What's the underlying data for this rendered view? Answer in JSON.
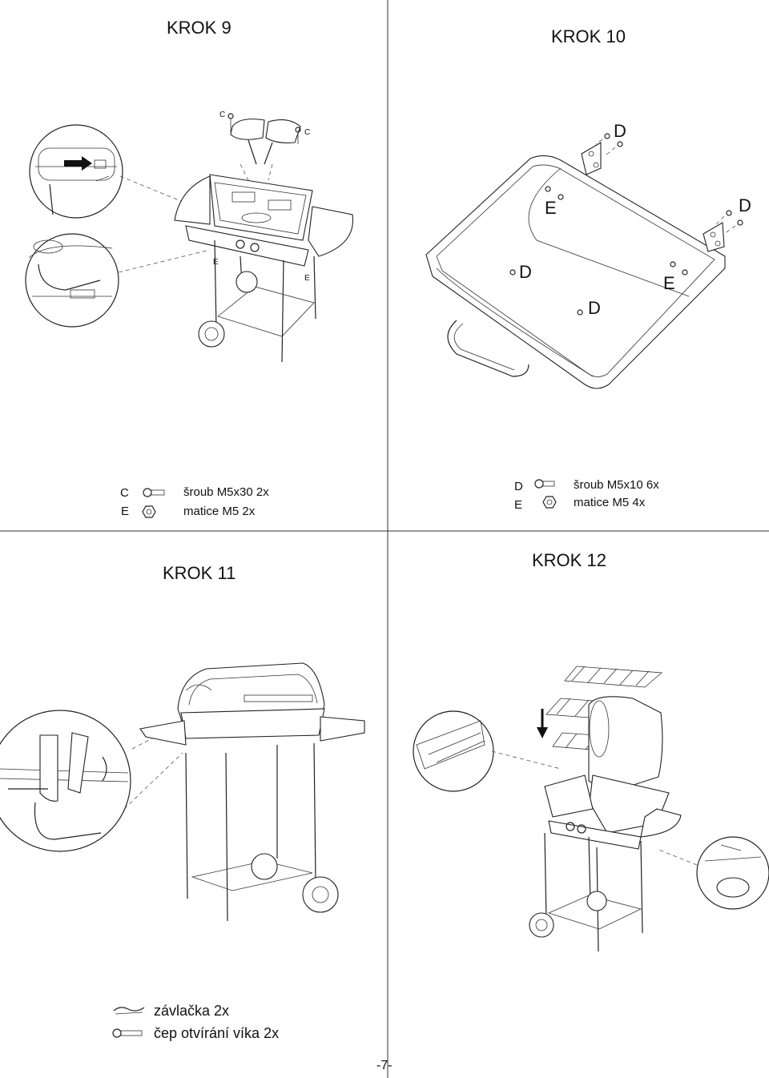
{
  "step9": {
    "title": "KROK 9",
    "callouts": {
      "c1": "C",
      "c2": "C",
      "e1": "E",
      "e2": "E"
    },
    "parts": [
      {
        "letter": "C",
        "icon": "bolt-icon",
        "text": "šroub M5x30  2x"
      },
      {
        "letter": "E",
        "icon": "nut-icon",
        "text": "matice M5  2x"
      }
    ]
  },
  "step10": {
    "title": "KROK 10",
    "callouts": {
      "d1": "D",
      "d2": "D",
      "d3": "D",
      "d4": "D",
      "e1": "E",
      "e2": "E"
    },
    "parts": [
      {
        "letter": "D",
        "icon": "bolt-icon",
        "text": "šroub M5x10  6x"
      },
      {
        "letter": "E",
        "icon": "nut-icon",
        "text": "matice M5  4x"
      }
    ]
  },
  "step11": {
    "title": "KROK 11",
    "parts": [
      {
        "icon": "cotter-pin-icon",
        "text": "závlačka 2x"
      },
      {
        "icon": "hinge-pin-icon",
        "text": "čep otvírání víka  2x"
      }
    ]
  },
  "step12": {
    "title": "KROK 12"
  },
  "footer": {
    "page_number": "-7-"
  }
}
